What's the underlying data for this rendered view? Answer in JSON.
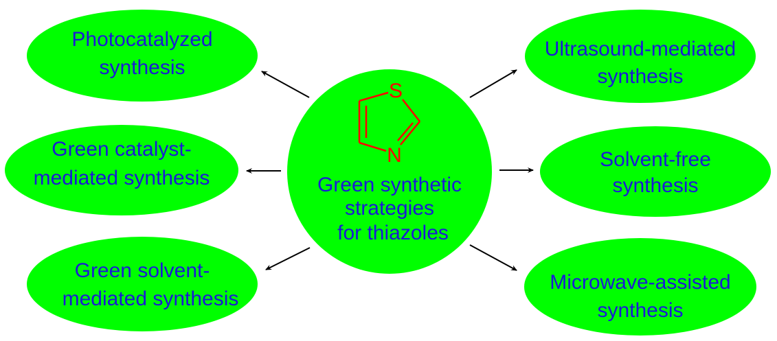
{
  "colors": {
    "node_fill": "#00ff00",
    "text": "#1a1ad6",
    "arrow": "#000000",
    "ring_bond": "#ff0000"
  },
  "center": {
    "lines": [
      "Green synthetic",
      "strategies",
      "for thiazoles"
    ],
    "structure": {
      "name": "thiazole-ring",
      "atoms": [
        "S",
        "N"
      ]
    }
  },
  "nodes": [
    {
      "id": "photocatalyzed",
      "lines": [
        "Photocatalyzed",
        "synthesis"
      ]
    },
    {
      "id": "green-catalyst",
      "lines": [
        "Green catalyst-",
        "mediated synthesis"
      ]
    },
    {
      "id": "green-solvent",
      "lines": [
        "Green solvent-",
        "mediated synthesis"
      ]
    },
    {
      "id": "ultrasound",
      "lines": [
        "Ultrasound-mediated",
        "synthesis"
      ]
    },
    {
      "id": "solvent-free",
      "lines": [
        "Solvent-free",
        "synthesis"
      ]
    },
    {
      "id": "microwave",
      "lines": [
        "Microwave-assisted",
        "synthesis"
      ]
    }
  ]
}
